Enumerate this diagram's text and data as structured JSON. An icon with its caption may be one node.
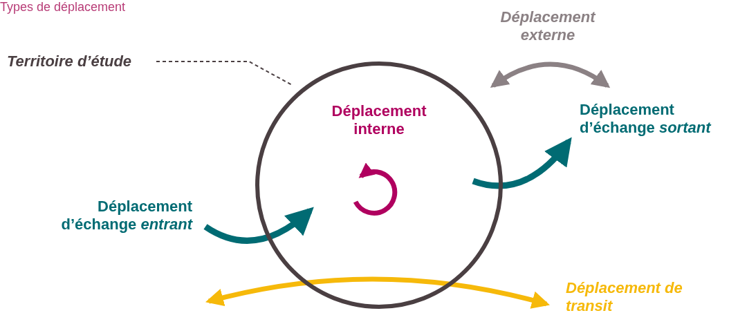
{
  "diagram": {
    "title": "Types de déplacement",
    "nodes": [
      {
        "text": [
          "Territoire d’étude"
        ]
      },
      {
        "text": [],
        "shape": "circle"
      },
      {
        "text": [
          "Déplacement interne"
        ],
        "in": 1
      }
    ],
    "edges": [
      {
        "from": 0,
        "to": 1,
        "arrow": "none",
        "style": "dashed"
      }
    ],
    "labels": [
      "Déplacement externe",
      "Déplacement d’échange *sortant*",
      "Déplacement d’échange *entrant*",
      "Déplacement de transit"
    ]
  }
}
